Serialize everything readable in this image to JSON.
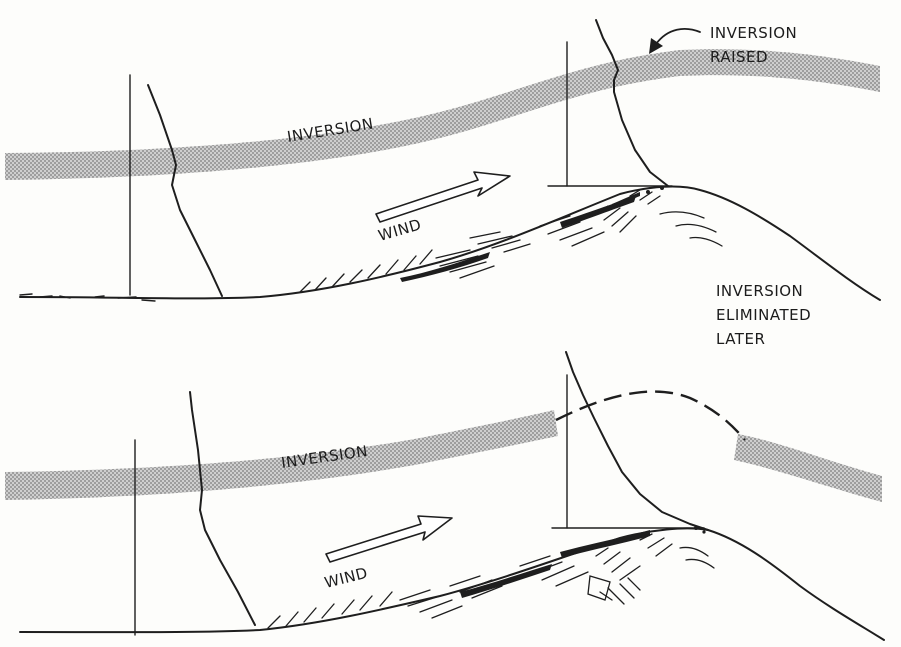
{
  "upper_panel": {
    "inversion_label": "INVERSION",
    "wind_label": "WIND",
    "callout_line1": "INVERSION",
    "callout_line2": "RAISED"
  },
  "lower_panel": {
    "inversion_label": "INVERSION",
    "wind_label": "WIND",
    "callout_line1": "INVERSION",
    "callout_line2": "ELIMINATED",
    "callout_line3": "LATER"
  },
  "colors": {
    "ink": "#1e1e1e",
    "inversion_band": "#b5b5b5",
    "paper": "#fdfdfb"
  }
}
